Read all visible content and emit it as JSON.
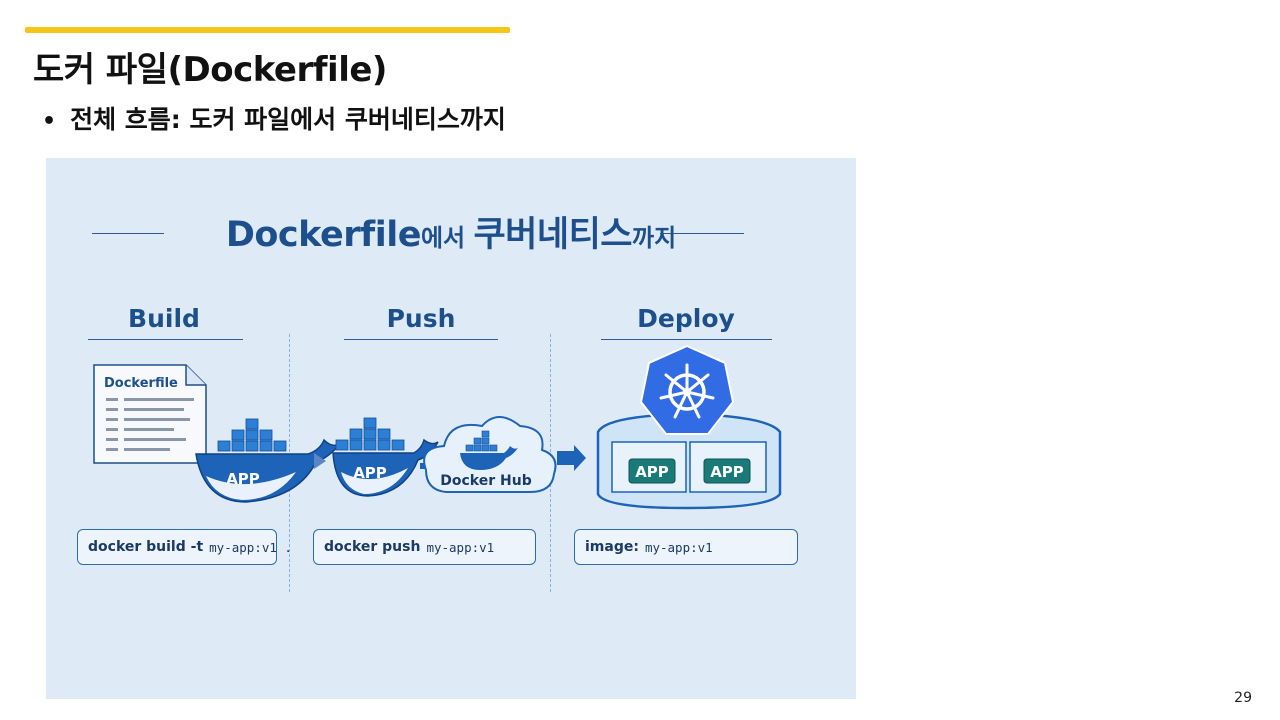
{
  "slide": {
    "title": "도커 파일(Dockerfile)",
    "bullet": "전체 흐름: 도커 파일에서 쿠버네티스까지",
    "page_number": "29"
  },
  "illustration": {
    "title_part1": "Dockerfile",
    "title_part2": "에서 ",
    "title_part3": "쿠버네티스",
    "title_part4": "까지",
    "steps": [
      {
        "label": "Build",
        "cmd_keyword": "docker build -t",
        "cmd_arg": "my-app:v1 ."
      },
      {
        "label": "Push",
        "cmd_keyword": "docker push",
        "cmd_arg": "my-app:v1"
      },
      {
        "label": "Deploy",
        "cmd_keyword": "image:",
        "cmd_arg": "my-app:v1"
      }
    ],
    "file_label": "Dockerfile",
    "app_label": "APP",
    "hub_label": "Docker Hub",
    "colors": {
      "accent_yellow": "#f5c518",
      "dark_blue": "#1c4f8c",
      "docker_blue": "#1d63b8",
      "k8s_blue": "#326ce5",
      "panel_bg": "#dfeaf7",
      "teal": "#1a7a78"
    }
  }
}
